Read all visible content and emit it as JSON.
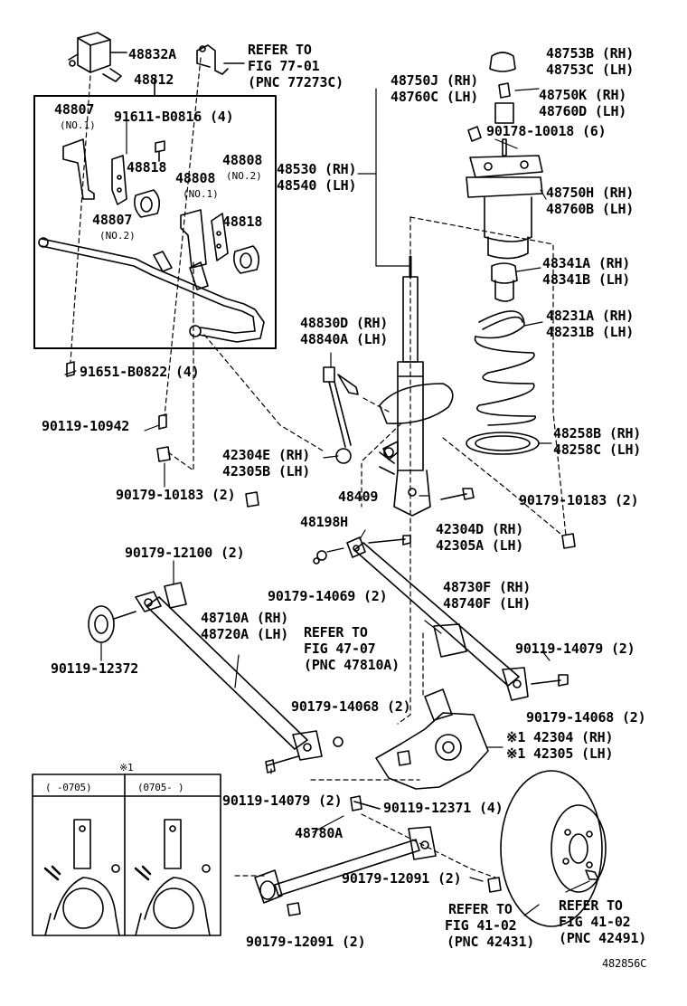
{
  "parts": {
    "p48832A": "48832A",
    "p48812": "48812",
    "refer_top": [
      "REFER TO",
      "FIG 77-01",
      "(PNC 77273C)"
    ],
    "p48807_no1": "48807",
    "p48807_no1_tag": "(NO.1)",
    "p91611": "91611-B0816 (4)",
    "p48818_a": "48818",
    "p48808_no2": "48808",
    "p48808_no2_tag": "(NO.2)",
    "p48808_no1": "48808",
    "p48808_no1_tag": "(NO.1)",
    "p48807_no2": "48807",
    "p48807_no2_tag": "(NO.2)",
    "p48818_b": "48818",
    "p91651": "91651-B0822 (4)",
    "p90119_10942": "90119-10942",
    "p90179_10183_l": "90179-10183 (2)",
    "p48750J": "48750J (RH)",
    "p48760C": "48760C (LH)",
    "p48530": "48530 (RH)",
    "p48540": "48540 (LH)",
    "p48830D": "48830D (RH)",
    "p48840A": "48840A (LH)",
    "p42304E": "42304E (RH)",
    "p42305B": "42305B (LH)",
    "p48409": "48409",
    "p48753B": "48753B (RH)",
    "p48753C": "48753C (LH)",
    "p48750K": "48750K (RH)",
    "p48760D": "48760D (LH)",
    "p90178": "90178-10018 (6)",
    "p48750H": "48750H (RH)",
    "p48760B": "48760B (LH)",
    "p48341A": "48341A (RH)",
    "p48341B": "48341B (LH)",
    "p48231A": "48231A (RH)",
    "p48231B": "48231B (LH)",
    "p48258B": "48258B (RH)",
    "p48258C": "48258C (LH)",
    "p90179_10183_r": "90179-10183 (2)",
    "p42304D": "42304D (RH)",
    "p42305A": "42305A (LH)",
    "p48198H": "48198H",
    "p90179_12100": "90179-12100 (2)",
    "p90179_14069": "90179-14069 (2)",
    "p48730F": "48730F (RH)",
    "p48740F": "48740F (LH)",
    "p48710A": "48710A (RH)",
    "p48720A": "48720A (LH)",
    "refer_47": [
      "REFER TO",
      "FIG 47-07",
      "(PNC 47810A)"
    ],
    "p90119_12372": "90119-12372",
    "p90119_14079_r": "90119-14079 (2)",
    "p90179_14068_m": "90179-14068 (2)",
    "p90179_14068_r": "90179-14068 (2)",
    "p42304": "※1 42304 (RH)",
    "p42305": "※1 42305 (LH)",
    "p90119_14079_l": "90119-14079 (2)",
    "p90119_12371": "90119-12371 (4)",
    "p48780A": "48780A",
    "p90179_12091_r": "90179-12091 (2)",
    "p90179_12091_l": "90179-12091 (2)",
    "refer_41a": [
      "REFER TO",
      "FIG 41-02",
      "(PNC 42431)"
    ],
    "refer_41b": [
      "REFER TO",
      "FIG 41-02",
      "(PNC 42491)"
    ]
  },
  "inset": {
    "mark": "※1",
    "left_range": "(   -0705)",
    "right_range": "(0705-   )"
  },
  "footer": {
    "illustration_id": "482856C"
  }
}
